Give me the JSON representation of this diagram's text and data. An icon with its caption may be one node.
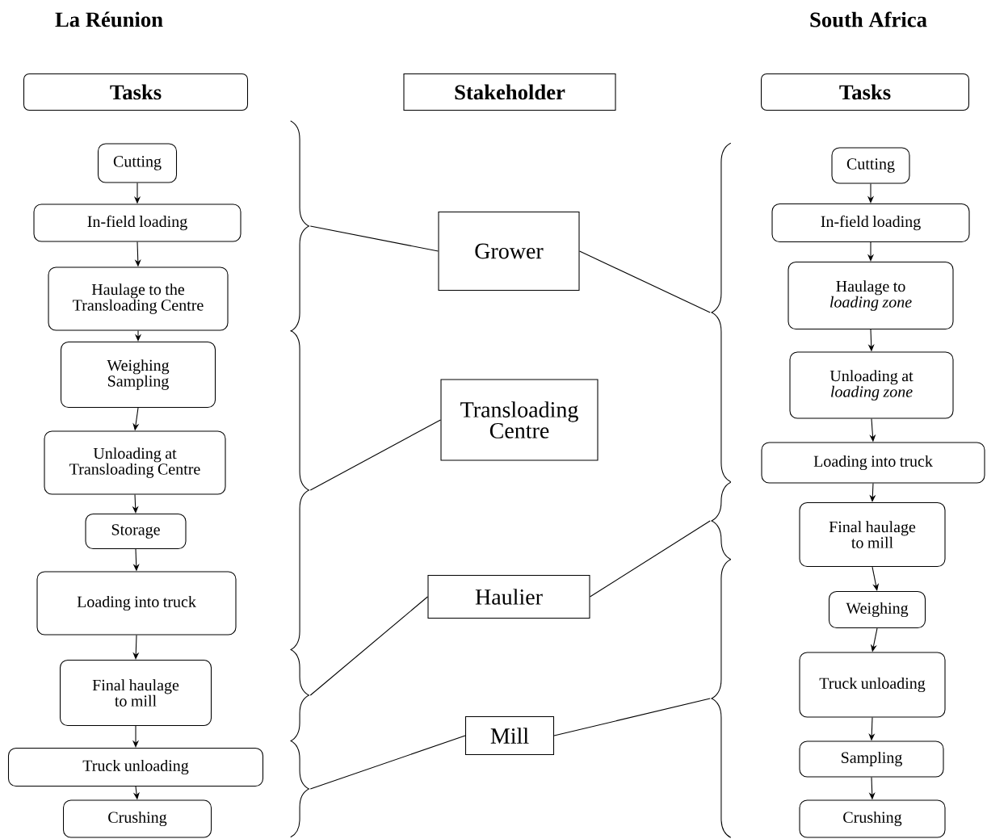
{
  "diagram": {
    "nodes": [
      {
        "text": [
          "Tasks"
        ]
      },
      {
        "text": [
          "Stakeholder"
        ]
      },
      {
        "text": [
          "Tasks"
        ]
      },
      {
        "text": [
          "Cutting"
        ]
      },
      {
        "text": [
          "In-field loading"
        ]
      },
      {
        "text": [
          "Haulage to the Transloading Centre"
        ]
      },
      {
        "text": [
          "Weighing Sampling"
        ]
      },
      {
        "text": [
          "Unloading at Transloading Centre"
        ]
      },
      {
        "text": [
          "Storage"
        ]
      },
      {
        "text": [
          "Loading into truck"
        ]
      },
      {
        "text": [
          "Final haulage to mill"
        ]
      },
      {
        "text": [
          "Truck unloading"
        ]
      },
      {
        "text": [
          "Crushing"
        ]
      },
      {
        "text": [],
        "shape": "brace"
      },
      {
        "text": [],
        "shape": "brace"
      },
      {
        "text": [],
        "shape": "brace"
      },
      {
        "text": [],
        "shape": "brace"
      },
      {
        "text": [
          "Grower"
        ]
      },
      {
        "text": [
          "Transloading Centre"
        ]
      },
      {
        "text": [
          "Haulier"
        ]
      },
      {
        "text": [
          "Mill"
        ]
      },
      {
        "text": [],
        "shape": "brace"
      },
      {
        "text": [],
        "shape": "brace"
      },
      {
        "text": [],
        "shape": "brace"
      },
      {
        "text": [
          "Cutting"
        ]
      },
      {
        "text": [
          "In-field loading"
        ]
      },
      {
        "text": [
          "Haulage to *loading zone*"
        ]
      },
      {
        "text": [
          "Unloading at *loading zone*"
        ]
      },
      {
        "text": [
          "Loading into truck"
        ]
      },
      {
        "text": [
          "Final haulage to mill"
        ]
      },
      {
        "text": [
          "Weighing"
        ]
      },
      {
        "text": [
          "Truck unloading"
        ]
      },
      {
        "text": [
          "Sampling"
        ]
      },
      {
        "text": [
          "Crushing"
        ]
      }
    ],
    "edges": [
      {
        "from": 3,
        "to": 4,
        "arrow": "to"
      },
      {
        "from": 4,
        "to": 5,
        "arrow": "to"
      },
      {
        "from": 5,
        "to": 6,
        "arrow": "to"
      },
      {
        "from": 6,
        "to": 7,
        "arrow": "to"
      },
      {
        "from": 7,
        "to": 8,
        "arrow": "to"
      },
      {
        "from": 8,
        "to": 9,
        "arrow": "to"
      },
      {
        "from": 9,
        "to": 10,
        "arrow": "to"
      },
      {
        "from": 10,
        "to": 11,
        "arrow": "to"
      },
      {
        "from": 11,
        "to": 12,
        "arrow": "to"
      },
      {
        "from": 24,
        "to": 25,
        "arrow": "to"
      },
      {
        "from": 25,
        "to": 26,
        "arrow": "to"
      },
      {
        "from": 26,
        "to": 27,
        "arrow": "to"
      },
      {
        "from": 27,
        "to": 28,
        "arrow": "to"
      },
      {
        "from": 28,
        "to": 29,
        "arrow": "to"
      },
      {
        "from": 29,
        "to": 30,
        "arrow": "to"
      },
      {
        "from": 30,
        "to": 31,
        "arrow": "to"
      },
      {
        "from": 31,
        "to": 32,
        "arrow": "to"
      },
      {
        "from": 32,
        "to": 33,
        "arrow": "to"
      },
      {
        "from": 17,
        "to": 13,
        "arrow": "none"
      },
      {
        "from": 17,
        "to": 21,
        "arrow": "none"
      },
      {
        "from": 18,
        "to": 14,
        "arrow": "none"
      },
      {
        "from": 19,
        "to": 15,
        "arrow": "none"
      },
      {
        "from": 19,
        "to": 22,
        "arrow": "none"
      },
      {
        "from": 20,
        "to": 16,
        "arrow": "none"
      },
      {
        "from": 20,
        "to": 23,
        "arrow": "none"
      }
    ],
    "labels": [
      "La Réunion",
      "South Africa"
    ]
  }
}
